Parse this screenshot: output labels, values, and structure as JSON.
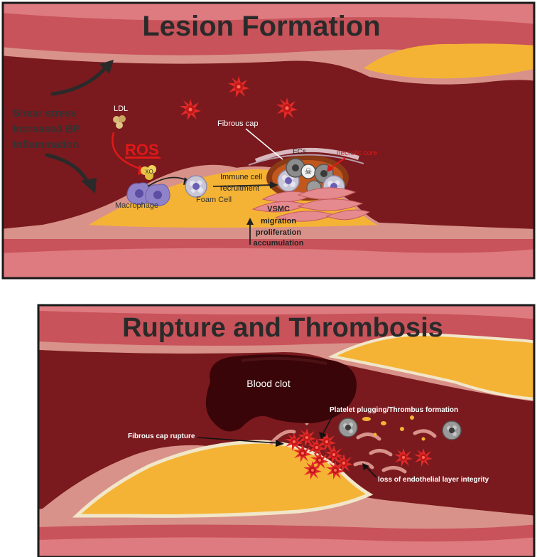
{
  "lesion": {
    "title": "Lesion Formation",
    "drivers": [
      "Shear stress",
      "Increased BP",
      "Inflammation"
    ],
    "ldl": "LDL",
    "ros": "ROS",
    "xo": "XO",
    "macrophage": "Macrophage",
    "foam_cell": "Foam Cell",
    "fibrous_cap": "Fibrous cap",
    "ecs": "ECs",
    "necrotic_core": "necrotic core",
    "immune_recruitment": [
      "Immune cell",
      "recruitment"
    ],
    "vsmc": [
      "VSMC",
      "migration",
      "proliferation",
      "accumulation"
    ]
  },
  "rupture": {
    "title": "Rupture and Thrombosis",
    "blood_clot": "Blood clot",
    "platelet": "Platelet plugging/Thrombus formation",
    "cap_rupture": "Fibrous cap rupture",
    "endothelial": "loss of endothelial layer integrity"
  },
  "colors": {
    "lumen": "#7a1a1e",
    "wall": "#c9535a",
    "wall_light": "#de7b80",
    "intima": "#d8928a",
    "plaque": "#f5b335",
    "platelet": "#e22a28",
    "clot": "#3a0508",
    "ros": "#e01818"
  }
}
